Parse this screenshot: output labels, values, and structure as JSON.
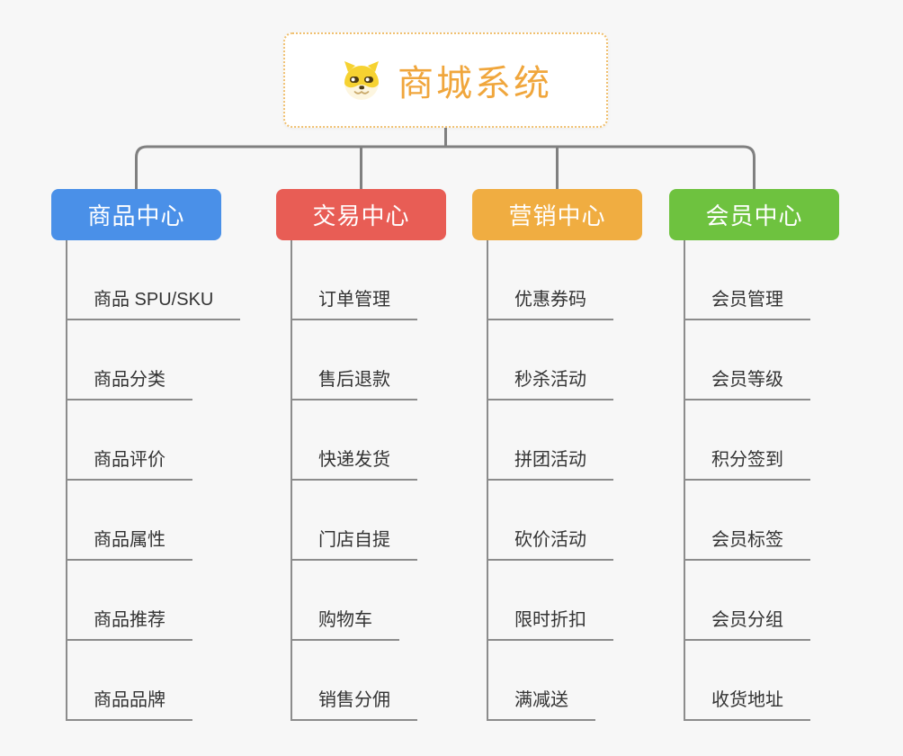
{
  "page": {
    "background": "#f7f7f7"
  },
  "root": {
    "title": "商城系统",
    "icon": "doge-dog-icon",
    "title_color": "#f0a63c",
    "border_color": "#f0c070",
    "background": "#ffffff"
  },
  "connectors": {
    "color": "#808080",
    "item_line_color": "#8c8c8c",
    "item_text_color": "#333333"
  },
  "branches": [
    {
      "label": "商品中心",
      "color": "#4a90e8",
      "items": [
        "商品 SPU/SKU",
        "商品分类",
        "商品评价",
        "商品属性",
        "商品推荐",
        "商品品牌"
      ]
    },
    {
      "label": "交易中心",
      "color": "#e85d55",
      "items": [
        "订单管理",
        "售后退款",
        "快递发货",
        "门店自提",
        "购物车",
        "销售分佣"
      ]
    },
    {
      "label": "营销中心",
      "color": "#f0ad41",
      "items": [
        "优惠券码",
        "秒杀活动",
        "拼团活动",
        "砍价活动",
        "限时折扣",
        "满减送"
      ]
    },
    {
      "label": "会员中心",
      "color": "#6ec23f",
      "items": [
        "会员管理",
        "会员等级",
        "积分签到",
        "会员标签",
        "会员分组",
        "收货地址"
      ]
    }
  ]
}
